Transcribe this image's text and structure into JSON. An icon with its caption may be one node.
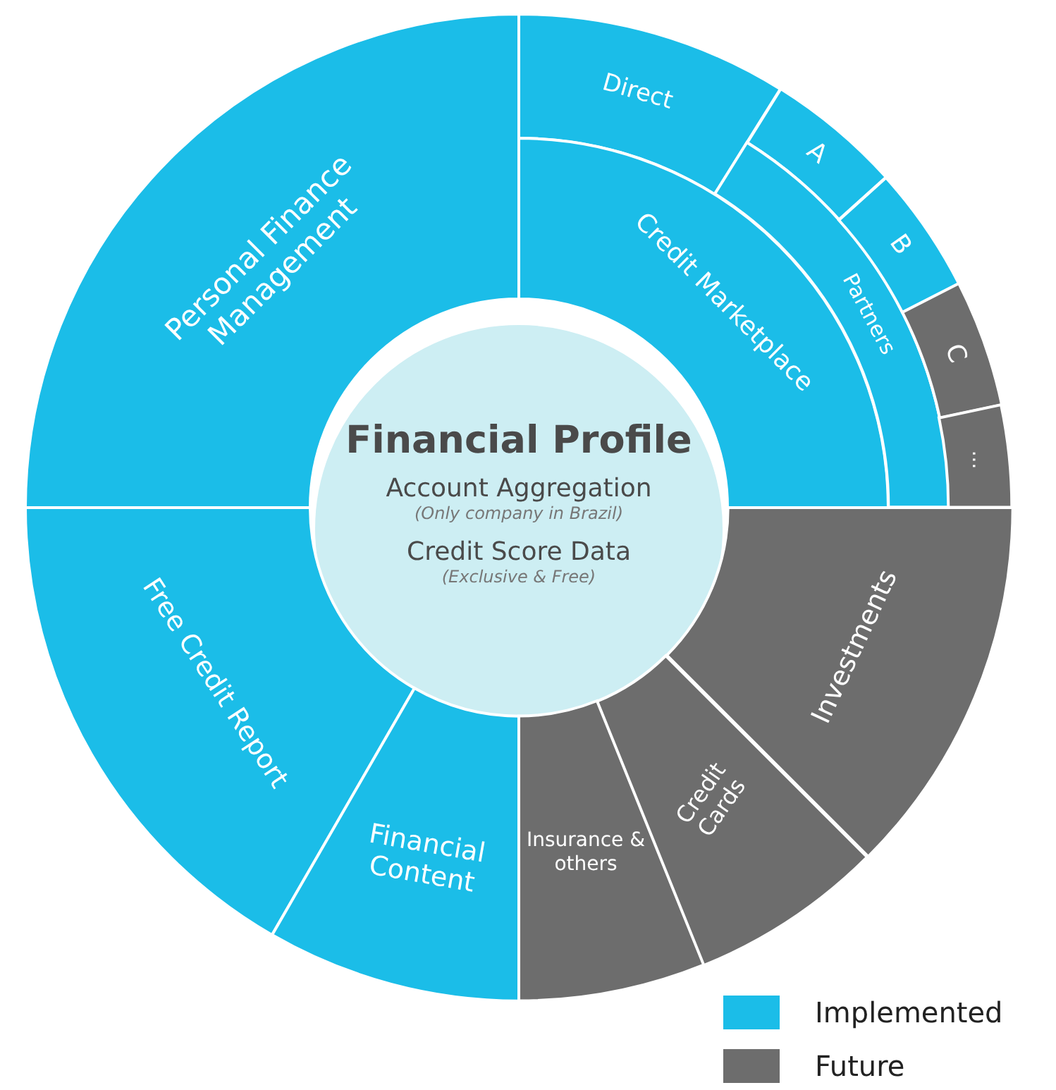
{
  "diagram": {
    "nodes": [
      {
        "text": [
          "Financial Profile",
          "Account Aggregation",
          "(Only company in Brazil)",
          "Credit Score Data",
          "(Exclusive & Free)"
        ]
      },
      {
        "text": [
          "Personal Finance Management"
        ]
      },
      {
        "text": [
          "Direct"
        ]
      },
      {
        "text": [
          "Credit Marketplace"
        ]
      },
      {
        "text": [
          "A"
        ]
      },
      {
        "text": [
          "Partners"
        ]
      },
      {
        "text": [
          "B"
        ]
      },
      {
        "text": [
          "C"
        ]
      },
      {
        "text": [
          "..."
        ]
      },
      {
        "text": [
          "Free Credit Report"
        ]
      },
      {
        "text": [
          "Investments"
        ]
      },
      {
        "text": [
          "Financial Content"
        ]
      },
      {
        "text": [
          "Credit Cards"
        ]
      },
      {
        "text": [
          "Insurance & others"
        ]
      }
    ],
    "legend": [
      {
        "text": "Implemented",
        "color": "#1bbde8"
      },
      {
        "text": "Future",
        "color": "#6d6d6d"
      }
    ]
  }
}
